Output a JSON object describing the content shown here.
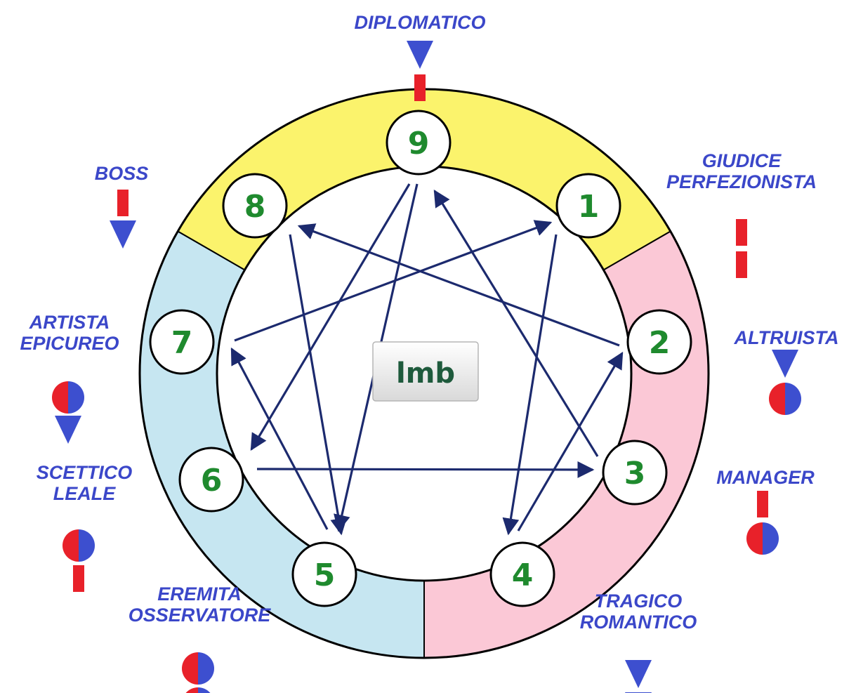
{
  "logo": {
    "text": "lmb"
  },
  "colors": {
    "label": "#3b47c9",
    "number": "#1f8a2e",
    "segment_top": "#fbf36c",
    "segment_right": "#fbc8d6",
    "segment_left": "#c6e6f1",
    "arrow": "#1c2a6e",
    "marker_red": "#e8212a",
    "marker_blue": "#3d4fcf"
  },
  "nodes": [
    {
      "id": "9",
      "label": "9"
    },
    {
      "id": "1",
      "label": "1"
    },
    {
      "id": "2",
      "label": "2"
    },
    {
      "id": "3",
      "label": "3"
    },
    {
      "id": "4",
      "label": "4"
    },
    {
      "id": "5",
      "label": "5"
    },
    {
      "id": "6",
      "label": "6"
    },
    {
      "id": "7",
      "label": "7"
    },
    {
      "id": "8",
      "label": "8"
    }
  ],
  "edges": [
    {
      "from": "9",
      "to": "6"
    },
    {
      "from": "9",
      "to": "5"
    },
    {
      "from": "8",
      "to": "5"
    },
    {
      "from": "8",
      "to": "5"
    },
    {
      "from": "2",
      "to": "8"
    },
    {
      "from": "7",
      "to": "1"
    },
    {
      "from": "1",
      "to": "4"
    },
    {
      "from": "3",
      "to": "9"
    },
    {
      "from": "4",
      "to": "2"
    },
    {
      "from": "6",
      "to": "3"
    },
    {
      "from": "5",
      "to": "7"
    }
  ],
  "types": [
    {
      "node": "9",
      "lines": [
        "DIPLOMATICO"
      ],
      "markers": [
        "tri-down",
        "bar"
      ]
    },
    {
      "node": "1",
      "lines": [
        "GIUDICE",
        "PERFEZIONISTA"
      ],
      "markers": [
        "bar",
        "bar"
      ]
    },
    {
      "node": "2",
      "lines": [
        "ALTRUISTA"
      ],
      "markers": [
        "tri-down",
        "circle"
      ]
    },
    {
      "node": "3",
      "lines": [
        "MANAGER"
      ],
      "markers": [
        "bar",
        "circle"
      ]
    },
    {
      "node": "4",
      "lines": [
        "TRAGICO",
        "ROMANTICO"
      ],
      "markers": [
        "tri-down",
        "tri-down"
      ]
    },
    {
      "node": "5",
      "lines": [
        "EREMITA",
        "OSSERVATORE"
      ],
      "markers": [
        "circle",
        "circle"
      ]
    },
    {
      "node": "6",
      "lines": [
        "SCETTICO",
        "LEALE"
      ],
      "markers": [
        "circle",
        "bar"
      ]
    },
    {
      "node": "7",
      "lines": [
        "ARTISTA",
        "EPICUREO"
      ],
      "markers": [
        "circle",
        "tri-down"
      ]
    },
    {
      "node": "8",
      "lines": [
        "BOSS"
      ],
      "markers": [
        "bar",
        "tri-down"
      ]
    }
  ]
}
